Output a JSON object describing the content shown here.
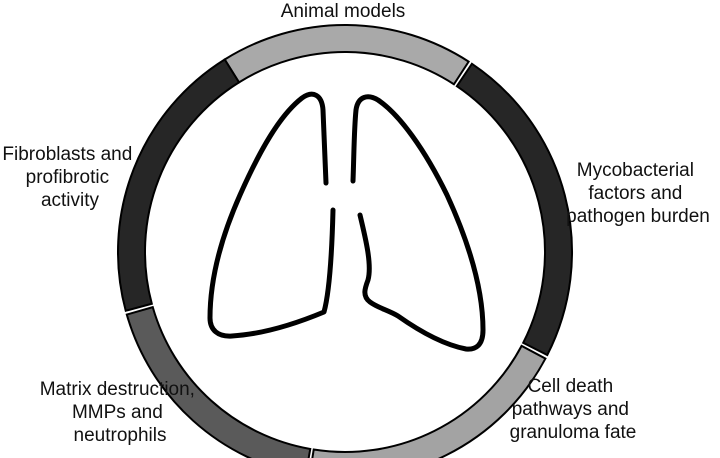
{
  "segments": [
    {
      "id": "top",
      "label_lines": [
        "Animal models"
      ],
      "color": "#a9a9a9"
    },
    {
      "id": "right-upper",
      "label_lines": [
        "Mycobacterial",
        "factors and",
        "pathogen burden"
      ],
      "color": "#262626"
    },
    {
      "id": "right-lower",
      "label_lines": [
        "Cell death",
        "pathways and",
        "granuloma fate"
      ],
      "color": "#a3a3a3"
    },
    {
      "id": "left-lower",
      "label_lines": [
        "Matrix destruction,",
        "MMPs and",
        "neutrophils"
      ],
      "color": "#5a5a5a"
    },
    {
      "id": "left-upper",
      "label_lines": [
        "Fibroblasts and",
        "profibrotic",
        "activity"
      ],
      "color": "#262626"
    }
  ],
  "center_icon": "lungs-icon"
}
